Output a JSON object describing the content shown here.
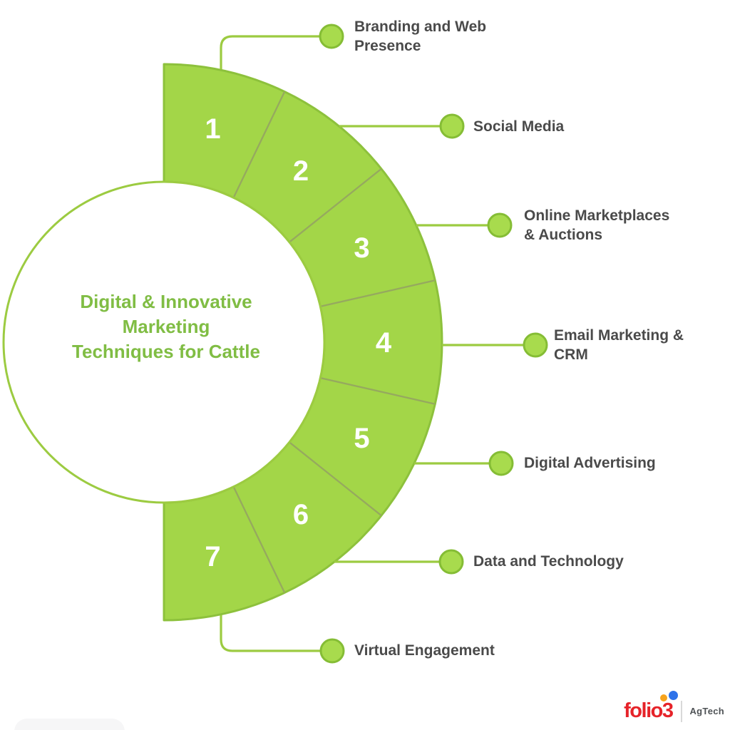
{
  "title": {
    "line1": "Digital & Innovative",
    "line2": "Marketing",
    "line3": "Techniques for Cattle"
  },
  "items": [
    {
      "number": "1",
      "label_line1": "Branding and Web",
      "label_line2": "Presence"
    },
    {
      "number": "2",
      "label_line1": "Social Media"
    },
    {
      "number": "3",
      "label_line1": "Online Marketplaces",
      "label_line2": "& Auctions"
    },
    {
      "number": "4",
      "label_line1": "Email Marketing &",
      "label_line2": "CRM"
    },
    {
      "number": "5",
      "label_line1": "Digital Advertising"
    },
    {
      "number": "6",
      "label_line1": "Data and Technology"
    },
    {
      "number": "7",
      "label_line1": "Virtual Engagement"
    }
  ],
  "branding": {
    "logo_text": "folio3",
    "suffix": "AgTech"
  },
  "colors": {
    "ring_fill": "#A3D648",
    "ring_stroke": "#8DC13C",
    "divider": "#96A95F",
    "connector": "#9CCB41",
    "node_fill": "#A8DB4D",
    "node_stroke": "#85BD35",
    "title_green": "#80BD44",
    "label_gray": "#4A4A4A",
    "number_white": "#FFFFFF",
    "logo_red": "#E62329",
    "dot_yellow": "#F7A41D",
    "dot_blue": "#2D72E9",
    "suffix_gray": "#4F5356"
  }
}
